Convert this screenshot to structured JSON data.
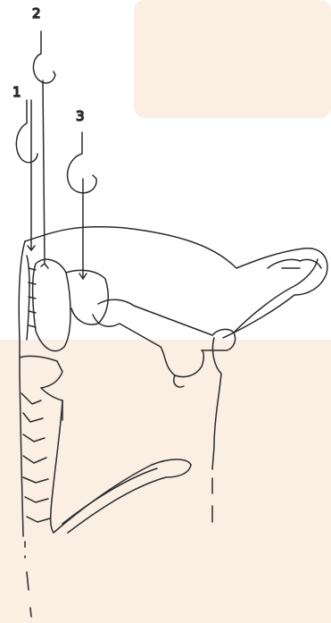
{
  "background": {
    "paper": "#ffffff",
    "tint": "#fbefe4",
    "ink": "#2a2a2a"
  },
  "labels": {
    "hook1": "1",
    "hook2": "2",
    "hook3": "3"
  },
  "icons": [
    "hook-1-icon",
    "hook-2-icon",
    "hook-3-icon"
  ]
}
